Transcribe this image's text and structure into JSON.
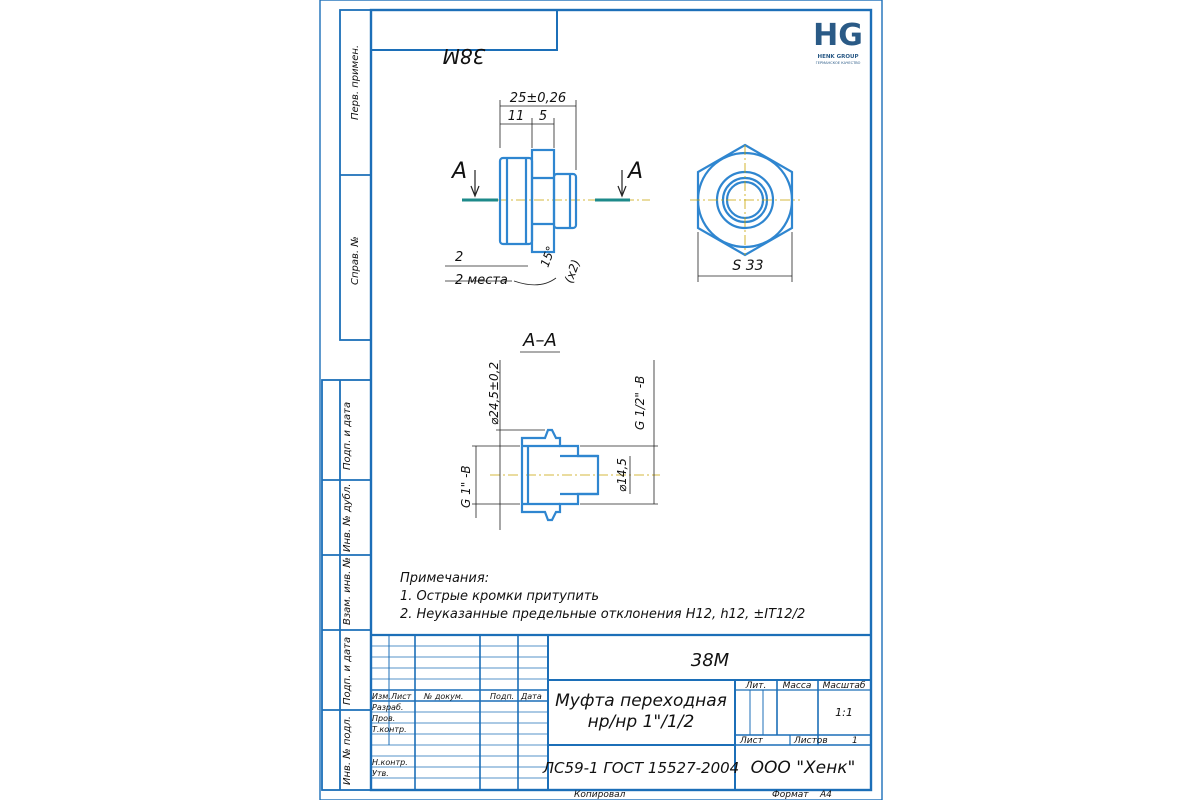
{
  "drawing": {
    "stamp_mirrored": "38M",
    "logo_text": "HG",
    "logo_caption": "HENK GROUP",
    "logo_sub": "ГЕРМАНСКОЕ КАЧЕСТВО"
  },
  "side_labels": {
    "perv_primen": "Перв. примен.",
    "sprav": "Справ. №",
    "podp_data_1": "Подп. и дата",
    "inv_dubl": "Инв. № дубл.",
    "vzam_inv": "Взам. инв. №",
    "podp_data_2": "Подп. и дата",
    "inv_podl": "Инв. № подл."
  },
  "dimensions": {
    "overall_length": "25±0,26",
    "seg_11": "11",
    "seg_5": "5",
    "chamfer": "2",
    "chamfer_places": "2 места",
    "angle": "15°",
    "angle_count": "(x2)",
    "hex_size": "S 33",
    "dia_outer": "⌀24,5±0,2",
    "dia_inner": "⌀14,5",
    "thread_large": "G 1\" -В",
    "thread_small": "G 1/2\" -В",
    "section_marker": "А"
  },
  "section_title": "А–А",
  "notes": {
    "title": "Примечания:",
    "line1": "1. Острые кромки притупить",
    "line2": "2. Неуказанные предельные отклонения Н12, h12, ±IT12/2"
  },
  "title_block": {
    "designation": "38М",
    "name_line1": "Муфта переходная",
    "name_line2": "нр/нр 1\"/1/2",
    "material": "ЛС59-1 ГОСТ 15527-2004",
    "company": "ООО \"Хенк\"",
    "col_lit": "Лит.",
    "col_massa": "Масса",
    "col_masshtab": "Масштаб",
    "scale_value": "1:1",
    "sheet_label": "Лист",
    "sheets_label": "Листов",
    "sheets_value": "1",
    "hdr_izm": "Изм.",
    "hdr_list": "Лист",
    "hdr_ndokum": "№ докум.",
    "hdr_podp": "Подп.",
    "hdr_data": "Дата",
    "row_razrab": "Разраб.",
    "row_prov": "Пров.",
    "row_tkontr": "Т.контр.",
    "row_nkontr": "Н.контр.",
    "row_utv": "Утв.",
    "kopiroval": "Копировал",
    "format_label": "Формат",
    "format_value": "А4"
  }
}
